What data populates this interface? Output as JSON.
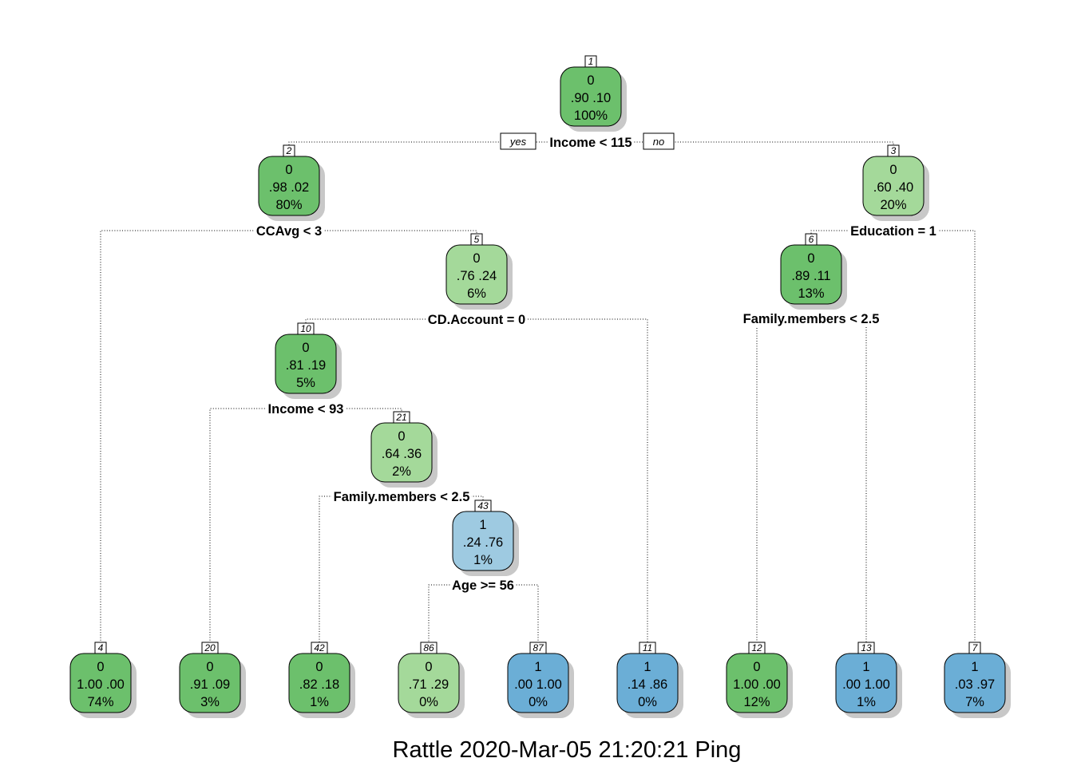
{
  "colors": {
    "dark_green": "#6cc06c",
    "light_green": "#a4d99a",
    "light_blue": "#9ecae1",
    "mid_blue": "#6baed6",
    "shadow": "#c8c8c8"
  },
  "branch_labels": {
    "yes": "yes",
    "no": "no"
  },
  "nodes": [
    {
      "id": "1",
      "cls": "0",
      "probs": ".90  .10",
      "pct": "100%",
      "fill": "dark_green"
    },
    {
      "id": "2",
      "cls": "0",
      "probs": ".98  .02",
      "pct": "80%",
      "fill": "dark_green"
    },
    {
      "id": "3",
      "cls": "0",
      "probs": ".60  .40",
      "pct": "20%",
      "fill": "light_green"
    },
    {
      "id": "5",
      "cls": "0",
      "probs": ".76  .24",
      "pct": "6%",
      "fill": "light_green"
    },
    {
      "id": "6",
      "cls": "0",
      "probs": ".89  .11",
      "pct": "13%",
      "fill": "dark_green"
    },
    {
      "id": "10",
      "cls": "0",
      "probs": ".81  .19",
      "pct": "5%",
      "fill": "dark_green"
    },
    {
      "id": "21",
      "cls": "0",
      "probs": ".64  .36",
      "pct": "2%",
      "fill": "light_green"
    },
    {
      "id": "43",
      "cls": "1",
      "probs": ".24  .76",
      "pct": "1%",
      "fill": "light_blue"
    },
    {
      "id": "4",
      "cls": "0",
      "probs": "1.00  .00",
      "pct": "74%",
      "fill": "dark_green"
    },
    {
      "id": "20",
      "cls": "0",
      "probs": ".91  .09",
      "pct": "3%",
      "fill": "dark_green"
    },
    {
      "id": "42",
      "cls": "0",
      "probs": ".82  .18",
      "pct": "1%",
      "fill": "dark_green"
    },
    {
      "id": "86",
      "cls": "0",
      "probs": ".71  .29",
      "pct": "0%",
      "fill": "light_green"
    },
    {
      "id": "87",
      "cls": "1",
      "probs": ".00  1.00",
      "pct": "0%",
      "fill": "mid_blue"
    },
    {
      "id": "11",
      "cls": "1",
      "probs": ".14  .86",
      "pct": "0%",
      "fill": "mid_blue"
    },
    {
      "id": "12",
      "cls": "0",
      "probs": "1.00  .00",
      "pct": "12%",
      "fill": "dark_green"
    },
    {
      "id": "13",
      "cls": "1",
      "probs": ".00  1.00",
      "pct": "1%",
      "fill": "mid_blue"
    },
    {
      "id": "7",
      "cls": "1",
      "probs": ".03  .97",
      "pct": "7%",
      "fill": "mid_blue"
    }
  ],
  "splits": [
    {
      "node": "1",
      "label": "Income < 115"
    },
    {
      "node": "2",
      "label": "CCAvg < 3"
    },
    {
      "node": "3",
      "label": "Education = 1"
    },
    {
      "node": "5",
      "label": "CD.Account = 0"
    },
    {
      "node": "6",
      "label": "Family.members < 2.5"
    },
    {
      "node": "10",
      "label": "Income < 93"
    },
    {
      "node": "21",
      "label": "Family.members < 2.5"
    },
    {
      "node": "43",
      "label": "Age >= 56"
    }
  ],
  "footer": "Rattle 2020-Mar-05 21:20:21 Ping"
}
